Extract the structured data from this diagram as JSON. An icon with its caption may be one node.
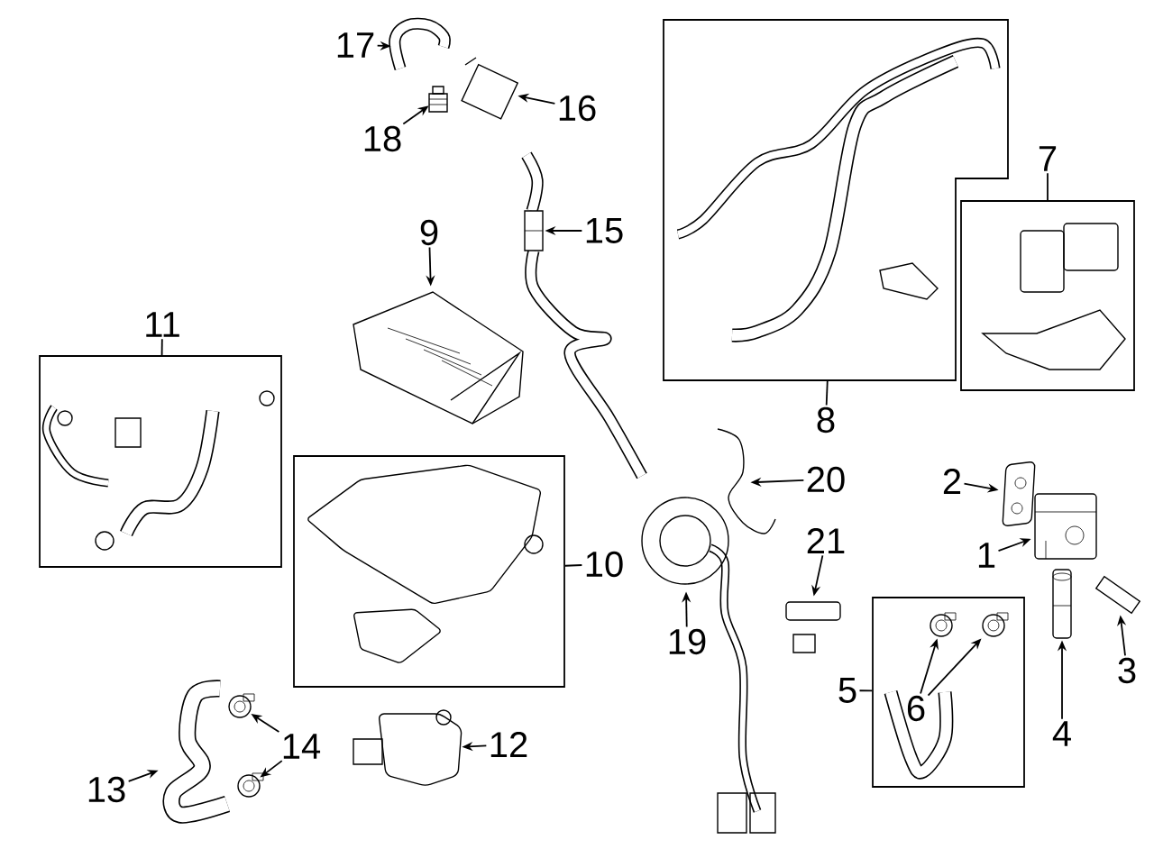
{
  "diagram": {
    "nodes": [
      {
        "text": [
          "17"
        ]
      },
      {
        "text": [],
        "shape": "picture"
      },
      {
        "text": [
          "16"
        ]
      },
      {
        "text": [],
        "shape": "picture"
      },
      {
        "text": [
          "18"
        ]
      },
      {
        "text": [],
        "shape": "picture"
      },
      {
        "text": [],
        "shape": "box"
      },
      {
        "text": [
          "9"
        ]
      },
      {
        "text": [],
        "shape": "picture"
      },
      {
        "text": [
          "15"
        ]
      },
      {
        "text": [],
        "shape": "picture"
      },
      {
        "text": [
          "7"
        ]
      },
      {
        "text": [],
        "shape": "box"
      },
      {
        "text": [
          "11"
        ]
      },
      {
        "text": [],
        "shape": "box"
      },
      {
        "text": [
          "8"
        ]
      },
      {
        "text": [],
        "shape": "box"
      },
      {
        "text": [
          "10"
        ]
      },
      {
        "text": [
          "20"
        ]
      },
      {
        "text": [],
        "shape": "picture"
      },
      {
        "text": [
          "2"
        ]
      },
      {
        "text": [],
        "shape": "picture"
      },
      {
        "text": [
          "1"
        ]
      },
      {
        "text": [],
        "shape": "picture"
      },
      {
        "text": [
          "21"
        ]
      },
      {
        "text": [],
        "shape": "picture"
      },
      {
        "text": [],
        "shape": "picture"
      },
      {
        "text": [
          "19"
        ]
      },
      {
        "text": [],
        "shape": "box"
      },
      {
        "text": [],
        "shape": "picture",
        "in": 28
      },
      {
        "text": [],
        "shape": "picture",
        "in": 28
      },
      {
        "text": [
          "6"
        ],
        "in": 28
      },
      {
        "text": [
          "5"
        ]
      },
      {
        "text": [],
        "shape": "picture"
      },
      {
        "text": [
          "4"
        ]
      },
      {
        "text": [],
        "shape": "picture"
      },
      {
        "text": [
          "3"
        ]
      },
      {
        "text": [],
        "shape": "picture"
      },
      {
        "text": [],
        "shape": "picture"
      },
      {
        "text": [
          "14"
        ]
      },
      {
        "text": [],
        "shape": "picture"
      },
      {
        "text": [],
        "shape": "picture"
      },
      {
        "text": [
          "12"
        ]
      },
      {
        "text": [
          "13"
        ]
      }
    ],
    "edges": [
      {
        "from": 0,
        "to": 1,
        "arrow": "to"
      },
      {
        "from": 2,
        "to": 3,
        "arrow": "to"
      },
      {
        "from": 4,
        "to": 5,
        "arrow": "to"
      },
      {
        "from": 15,
        "to": 6,
        "arrow": "none"
      },
      {
        "from": 7,
        "to": 8,
        "arrow": "to"
      },
      {
        "from": 9,
        "to": 10,
        "arrow": "to"
      },
      {
        "from": 11,
        "to": 12,
        "arrow": "none"
      },
      {
        "from": 13,
        "to": 14,
        "arrow": "none"
      },
      {
        "from": 17,
        "to": 16,
        "arrow": "none"
      },
      {
        "from": 18,
        "to": 19,
        "arrow": "to"
      },
      {
        "from": 20,
        "to": 21,
        "arrow": "to"
      },
      {
        "from": 22,
        "to": 23,
        "arrow": "to"
      },
      {
        "from": 24,
        "to": 25,
        "arrow": "to"
      },
      {
        "from": 27,
        "to": 26,
        "arrow": "to"
      },
      {
        "from": 31,
        "to": 29,
        "arrow": "to"
      },
      {
        "from": 31,
        "to": 30,
        "arrow": "to"
      },
      {
        "from": 32,
        "to": 28,
        "arrow": "none"
      },
      {
        "from": 34,
        "to": 33,
        "arrow": "to"
      },
      {
        "from": 36,
        "to": 35,
        "arrow": "to"
      },
      {
        "from": 39,
        "to": 37,
        "arrow": "to"
      },
      {
        "from": 39,
        "to": 40,
        "arrow": "to"
      },
      {
        "from": 42,
        "to": 41,
        "arrow": "to"
      },
      {
        "from": 43,
        "to": 38,
        "arrow": "to"
      }
    ]
  }
}
